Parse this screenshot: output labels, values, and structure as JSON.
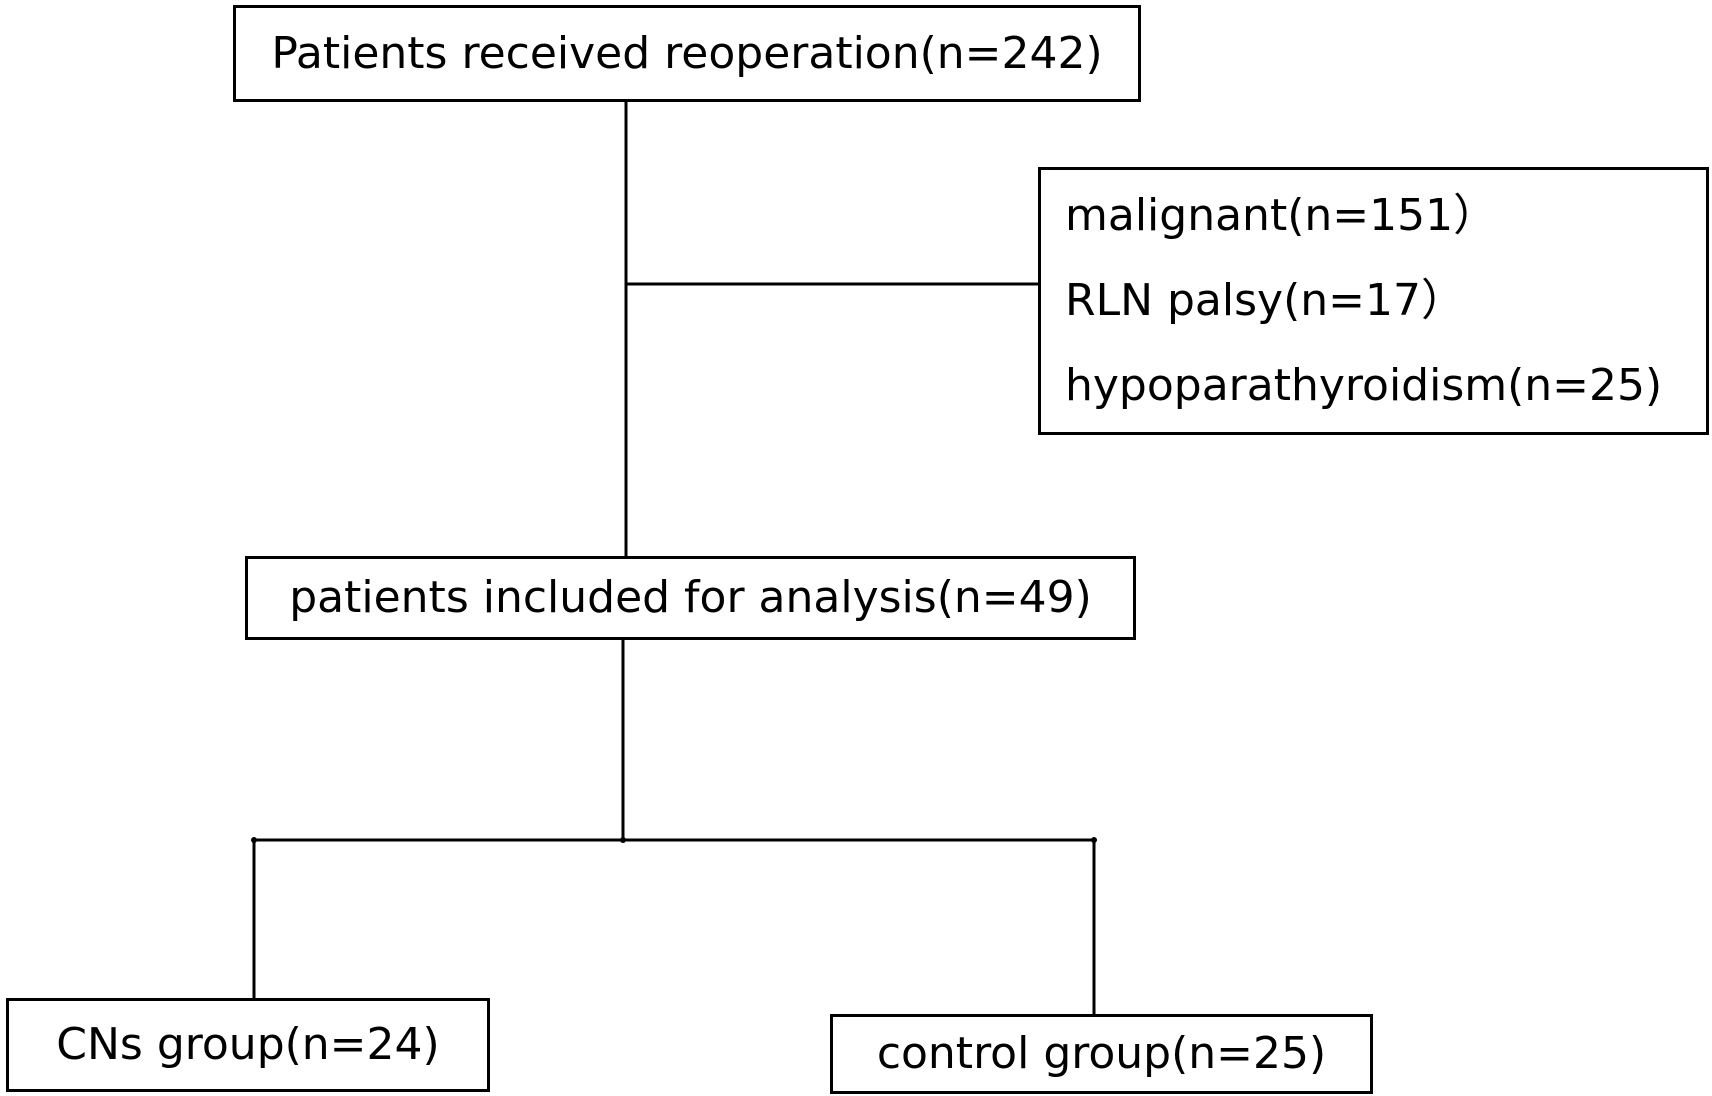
{
  "diagram": {
    "type": "flowchart",
    "nodes": {
      "root": "Patients received reoperation(n=242)",
      "exclusions": [
        "malignant(n=151）",
        "RLN palsy(n=17）",
        "hypoparathyroidism(n=25)"
      ],
      "included": "patients included for analysis(n=49)",
      "group_left": "CNs group(n=24)",
      "group_right": "control group(n=25)"
    },
    "edges": [
      {
        "from": "root",
        "to": "included"
      },
      {
        "from": "root",
        "to": "exclusions"
      },
      {
        "from": "included",
        "to": "group_left"
      },
      {
        "from": "included",
        "to": "group_right"
      }
    ]
  }
}
